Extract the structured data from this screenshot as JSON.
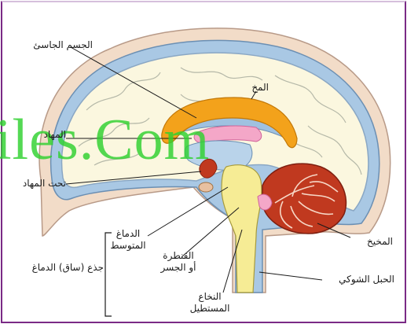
{
  "labels": {
    "corpus_callosum": "الجسم الجاسئ",
    "cerebrum": "المخ",
    "thalamus": "المهاد",
    "hypothalamus": "تحت المهاد",
    "midbrain_line1": "الدماغ",
    "midbrain_line2": "المتوسط",
    "brainstem": "جذع (ساق) الدماغ",
    "pons_line1": "القنطرة",
    "pons_line2": "أو الجسر",
    "medulla_line1": "النخاع",
    "medulla_line2": "المستطيل",
    "cerebellum": "المخيخ",
    "spinal_cord": "الحبل الشوكي"
  },
  "watermark": "iles.Com",
  "colors": {
    "frame": "#7a2a86",
    "scalp": "#f2dcc8",
    "meninges": "#a9c8e4",
    "cortex": "#fbf7df",
    "corpus_callosum": "#f3a21b",
    "cerebellum": "#c0391f",
    "stem": "#f6ec95",
    "watermark": "#2fd12f"
  }
}
